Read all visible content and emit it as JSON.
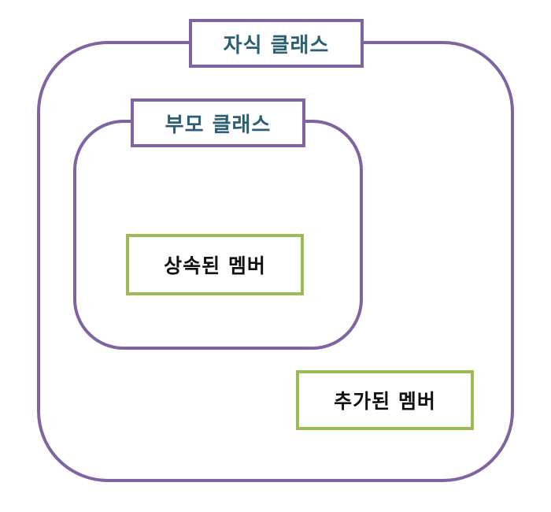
{
  "diagram": {
    "child_class_label": "자식 클래스",
    "parent_class_label": "부모 클래스",
    "inherited_member_label": "상속된 멤버",
    "added_member_label": "추가된 멤버"
  },
  "colors": {
    "container_border": "#8064a2",
    "member_border": "#9bbb59",
    "class_title_text": "#2b5f71",
    "member_text": "#111111"
  }
}
